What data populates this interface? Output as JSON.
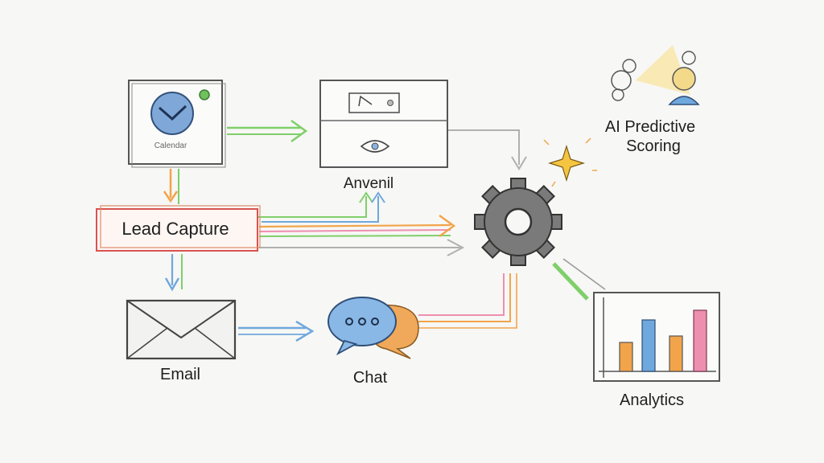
{
  "nodes": {
    "portal": {
      "caption": "Calendar"
    },
    "form": {
      "label": "Anvenil"
    },
    "lead_capture": {
      "label": "Lead Capture"
    },
    "email": {
      "label": "Email"
    },
    "chat": {
      "label": "Chat"
    },
    "ai_scoring": {
      "label_line1": "AI Predictive",
      "label_line2": "Scoring"
    },
    "analytics": {
      "label": "Analytics"
    }
  },
  "colors": {
    "green": "#7fcf6a",
    "orange": "#f2a44a",
    "blue": "#6fa8dc",
    "pink": "#ee8fb0",
    "gray": "#9a9a9a",
    "red_box": "#d9534f",
    "gear": "#6a6a6a"
  },
  "icons": {
    "portal": "checkmark-shield-icon",
    "form": "document-panel-icon",
    "email": "envelope-icon",
    "chat": "chat-bubbles-icon",
    "engine": "gear-icon",
    "spark": "sparkle-icon",
    "ai": "brain-head-icon",
    "analytics": "bar-chart-icon"
  }
}
